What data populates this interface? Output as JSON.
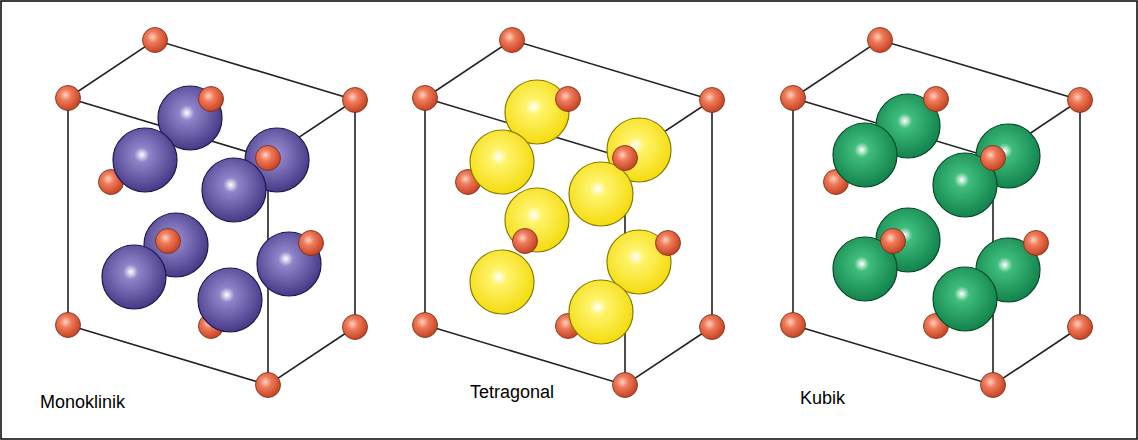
{
  "diagram": {
    "labels": [
      "Monoklinik",
      "Tetragonal",
      "Kubik"
    ]
  }
}
